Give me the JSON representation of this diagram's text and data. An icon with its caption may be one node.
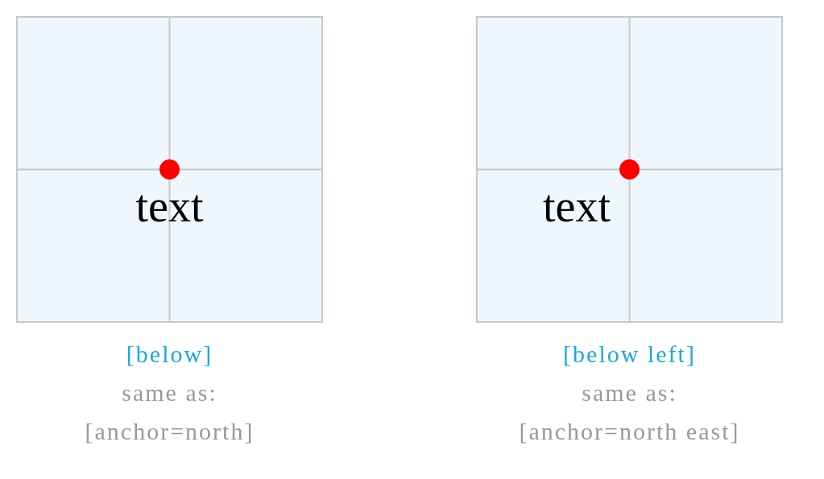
{
  "diagram": {
    "nodes": [
      {
        "text": [
          "text"
        ],
        "beside": [
          "[below]",
          "same as:",
          "[anchor=north]"
        ]
      },
      {
        "text": [
          "text"
        ],
        "beside": [
          "[below left]",
          "same as:",
          "[anchor=north east]"
        ]
      }
    ]
  }
}
